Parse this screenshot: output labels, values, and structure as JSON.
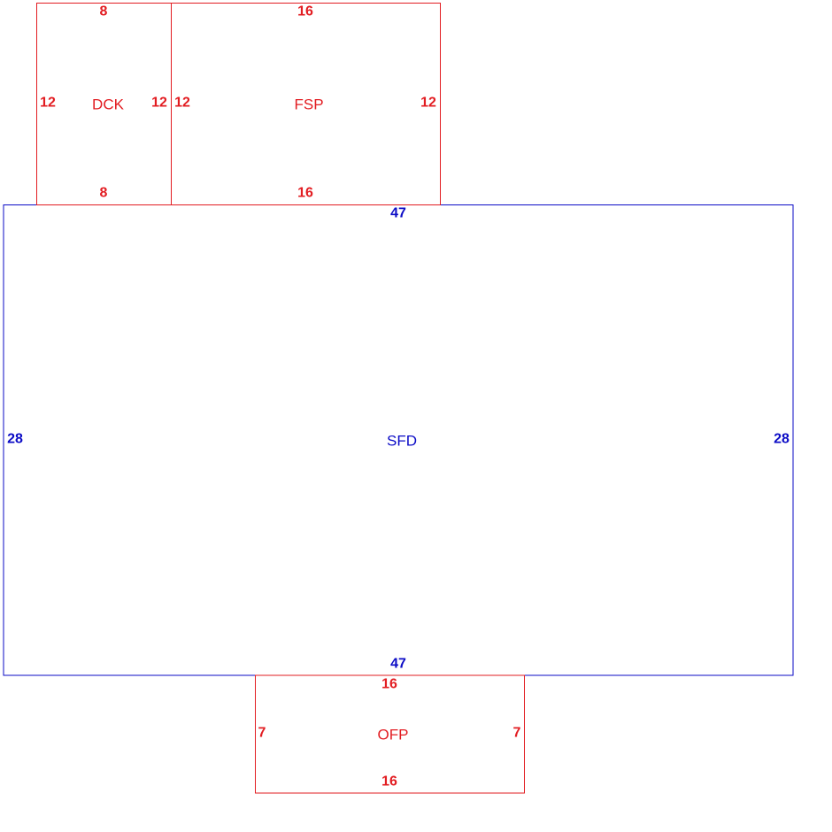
{
  "colors": {
    "addition": "#e21c21",
    "main": "#0b0bc6",
    "background": "#ffffff"
  },
  "areas": {
    "dck": {
      "label": "DCK",
      "top": "8",
      "bottom": "8",
      "left": "12",
      "right": "12"
    },
    "fsp": {
      "label": "FSP",
      "top": "16",
      "bottom": "16",
      "left": "12",
      "right": "12"
    },
    "sfd": {
      "label": "SFD",
      "top": "47",
      "bottom": "47",
      "left": "28",
      "right": "28"
    },
    "ofp": {
      "label": "OFP",
      "top": "16",
      "bottom": "16",
      "left": "7",
      "right": "7"
    }
  }
}
